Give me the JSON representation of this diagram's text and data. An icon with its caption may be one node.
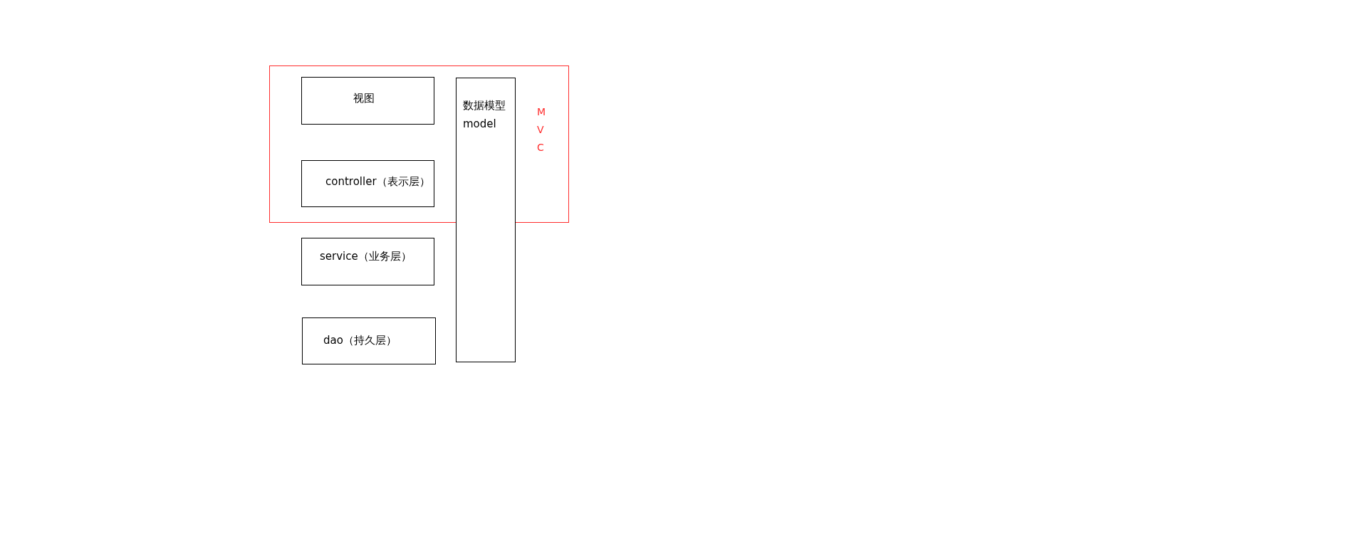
{
  "diagram": {
    "nodes": [
      {
        "text": [
          "M V C"
        ]
      },
      {
        "text": [
          "视图"
        ],
        "in": 0
      },
      {
        "text": [
          "controller（表示层）"
        ],
        "in": 0
      },
      {
        "text": [
          "数据模型 model"
        ]
      },
      {
        "text": [
          "service（业务层）"
        ]
      },
      {
        "text": [
          "dao（持久层）"
        ]
      }
    ]
  }
}
